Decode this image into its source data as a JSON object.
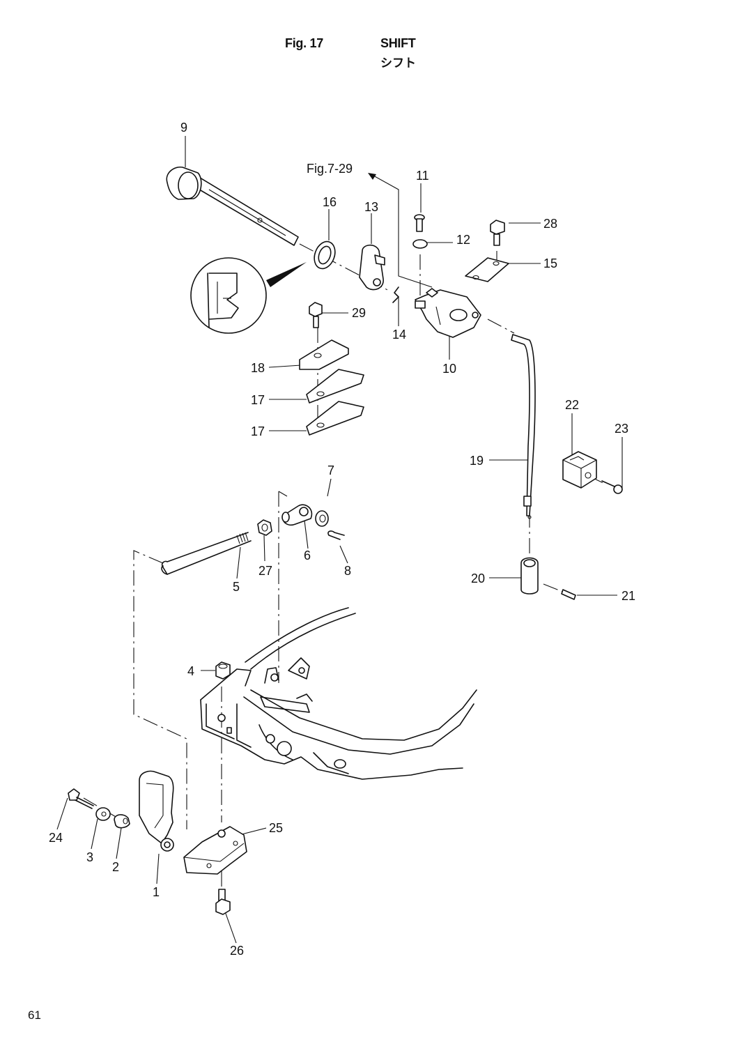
{
  "header": {
    "figure_label": "Fig. 17",
    "title_en": "SHIFT",
    "title_jp": "シフト"
  },
  "reference": "Fig.7-29",
  "page_number": "61",
  "callouts": [
    "9",
    "11",
    "16",
    "13",
    "28",
    "12",
    "15",
    "29",
    "14",
    "10",
    "18",
    "17",
    "17",
    "22",
    "23",
    "19",
    "7",
    "27",
    "6",
    "8",
    "5",
    "20",
    "21",
    "4",
    "25",
    "24",
    "3",
    "2",
    "1",
    "26"
  ]
}
